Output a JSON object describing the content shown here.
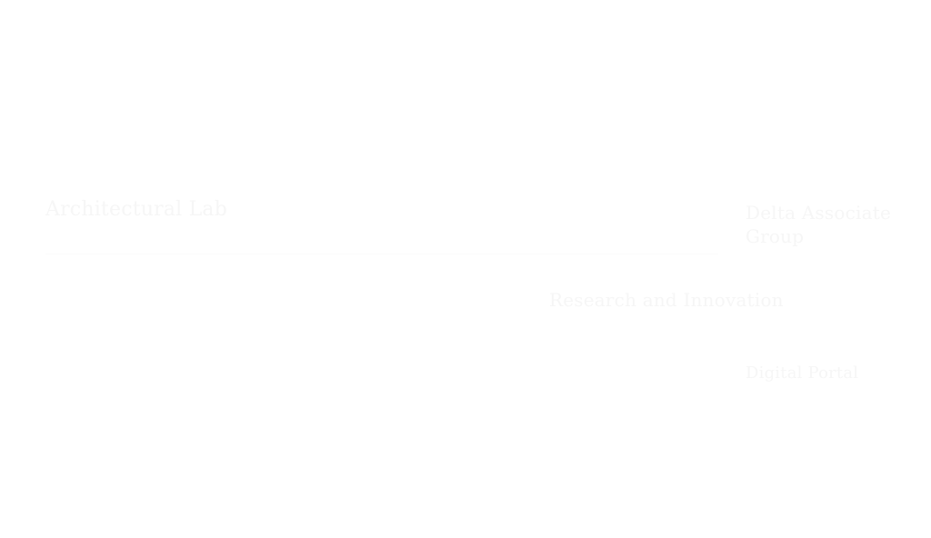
{
  "main": {
    "heading": "Architectural Lab",
    "side_title": "Delta Associate Group",
    "center_label": "Research and Innovation",
    "side_link": "Digital Portal"
  },
  "colors": {
    "background": "#ffffff",
    "faint_text": "#f6f6f6"
  }
}
